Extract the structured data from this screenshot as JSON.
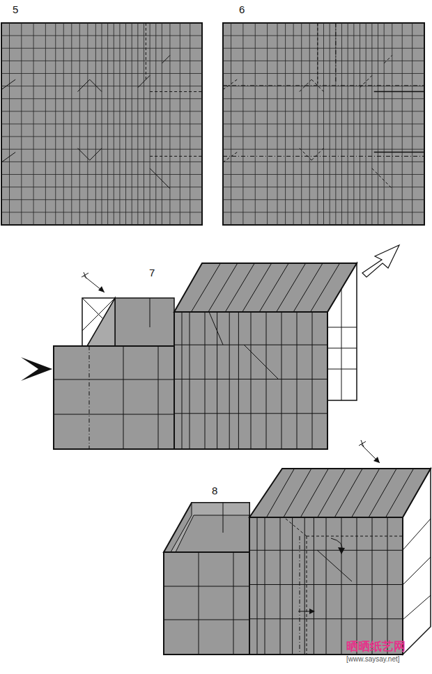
{
  "diagram": {
    "labels": [
      "5",
      "6",
      "7",
      "8",
      "晒晒纸艺网",
      "[www.saysay.net]"
    ]
  }
}
